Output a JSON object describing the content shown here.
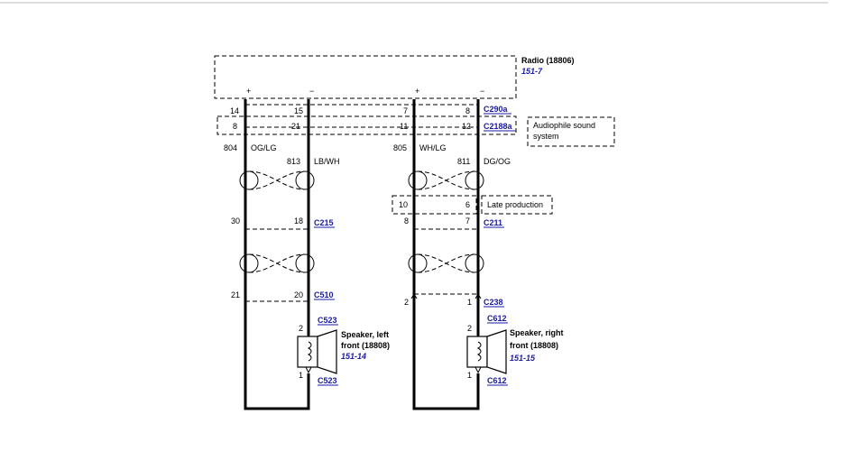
{
  "radio": {
    "title": "Radio (18806)",
    "ref": "151-7",
    "pins": [
      "+",
      "−",
      "+",
      "−"
    ]
  },
  "connectors": {
    "c290a": {
      "name": "C290a",
      "pins": [
        "14",
        "15",
        "7",
        "8"
      ]
    },
    "c2188a": {
      "name": "C2188a",
      "pins": [
        "8",
        "21",
        "11",
        "12"
      ]
    },
    "c215": {
      "name": "C215",
      "pins": [
        "30",
        "18"
      ]
    },
    "c211": {
      "name": "C211",
      "pins": [
        "8",
        "7"
      ]
    },
    "late": {
      "pins": [
        "10",
        "6"
      ]
    },
    "c510": {
      "name": "C510",
      "pins": [
        "21",
        "20"
      ]
    },
    "c238": {
      "name": "C238",
      "pins": [
        "2",
        "1"
      ]
    },
    "c523": {
      "name": "C523",
      "pins": [
        "2",
        "1"
      ]
    },
    "c612": {
      "name": "C612",
      "pins": [
        "2",
        "1"
      ]
    }
  },
  "notes": {
    "audiophile": [
      "Audiophile sound",
      "system"
    ],
    "late_production": "Late production"
  },
  "wires": {
    "w804": {
      "circuit": "804",
      "color": "OG/LG"
    },
    "w813": {
      "circuit": "813",
      "color": "LB/WH"
    },
    "w805": {
      "circuit": "805",
      "color": "WH/LG"
    },
    "w811": {
      "circuit": "811",
      "color": "DG/OG"
    }
  },
  "speakers": {
    "left": {
      "line1": "Speaker, left",
      "line2": "front (18808)",
      "ref": "151-14"
    },
    "right": {
      "line1": "Speaker, right",
      "line2": "front (18808)",
      "ref": "151-15"
    }
  }
}
